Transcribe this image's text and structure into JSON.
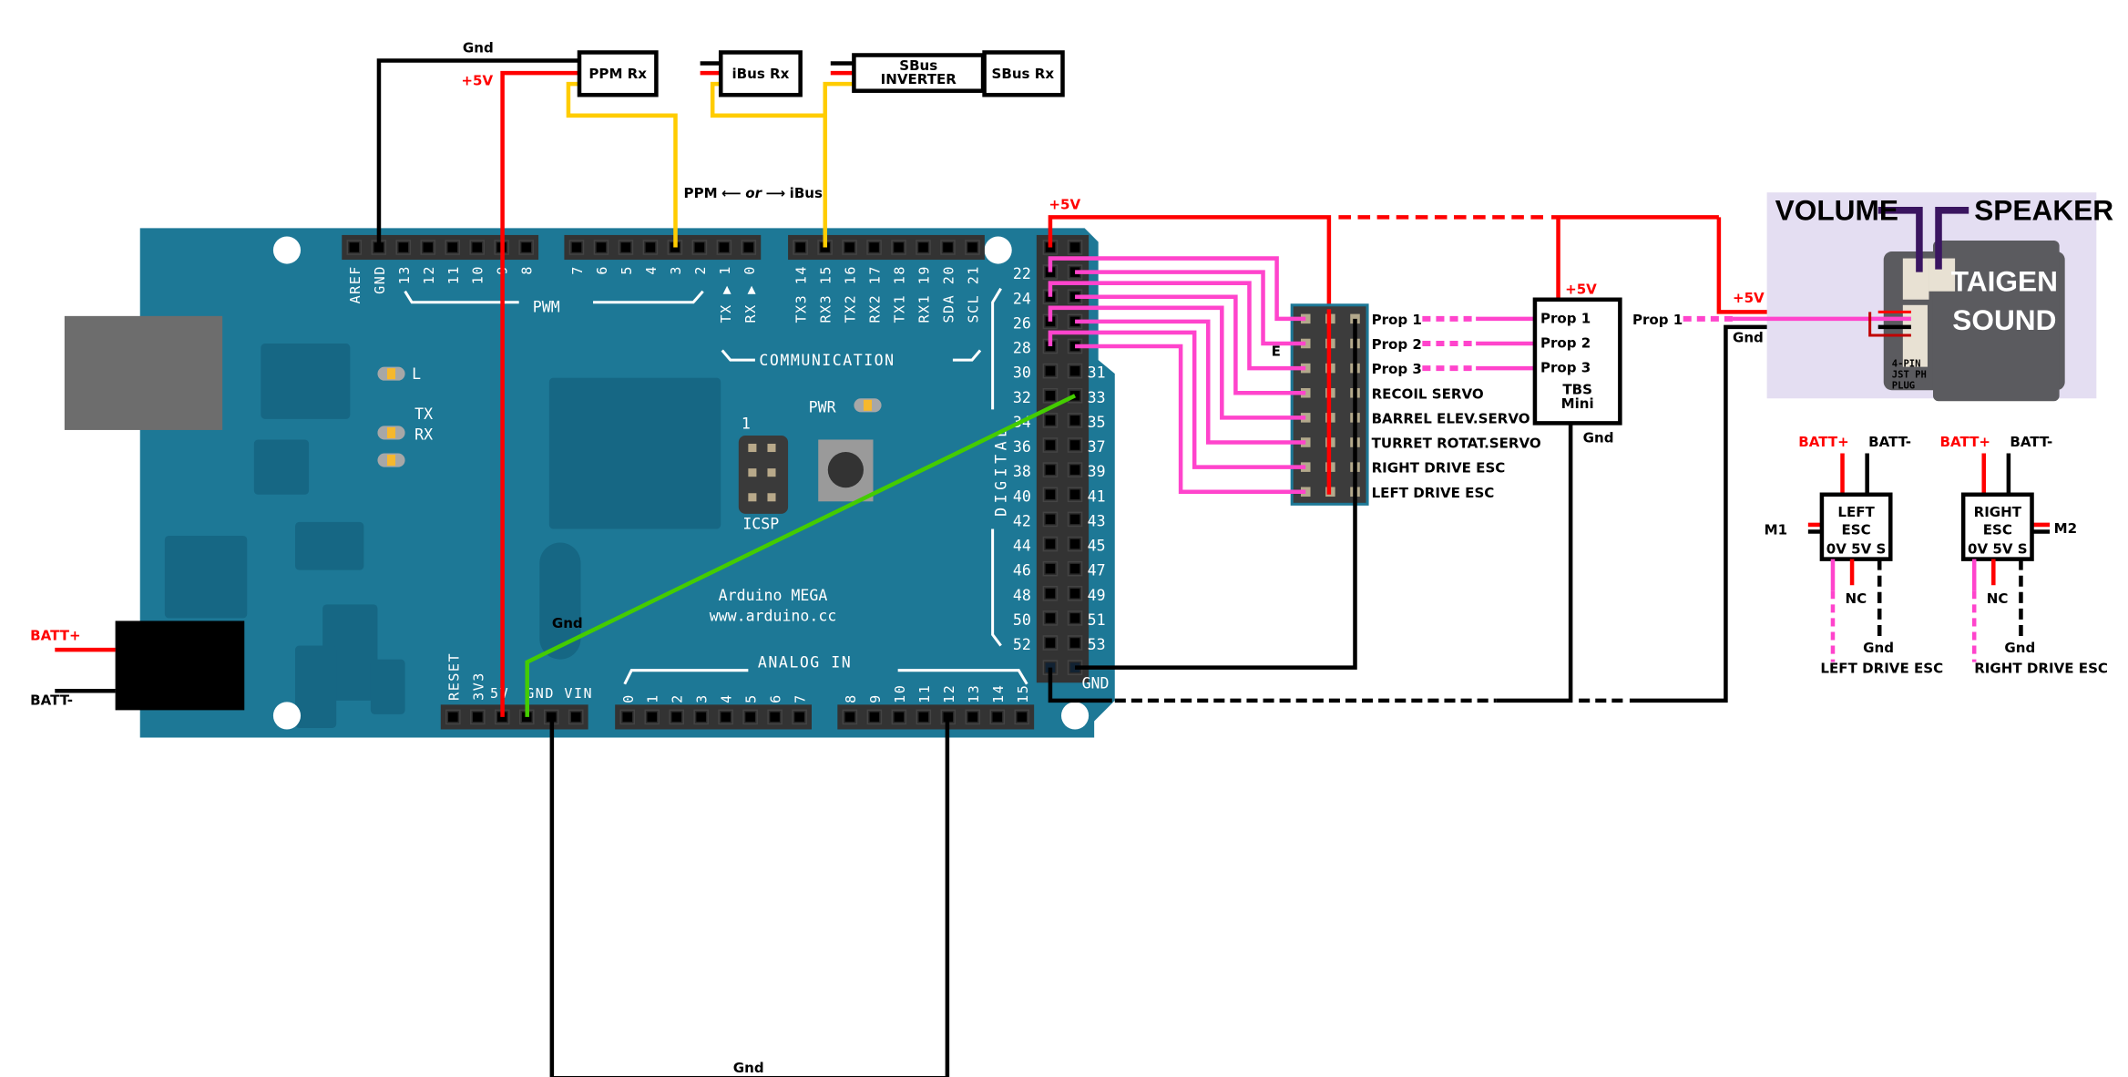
{
  "colors": {
    "board": "#1d7896",
    "board_dark": "#166784",
    "header": "#333333",
    "power": "#ff0000",
    "ground": "#000000",
    "signal": "#ffcc00",
    "pwm_signal": "#ff44cc",
    "ground_jumper": "#44cc00",
    "taigen_bg": "#e4def2",
    "taigen_module": "#5b5b5f",
    "taigen_wires": "#3a1560"
  },
  "receivers": {
    "ppm": "PPM Rx",
    "ibus": "iBus Rx",
    "sbus_inverter_line1": "SBus",
    "sbus_inverter_line2": "INVERTER",
    "sbus": "SBus Rx"
  },
  "wire_labels": {
    "gnd_top": "Gnd",
    "v5_top": "+5V",
    "ppm": "PPM",
    "arrow_left": "⟵",
    "or": "or",
    "arrow_right": "⟶",
    "ibus": "iBus",
    "v5_digital": "+5V",
    "gnd_green": "Gnd",
    "gnd_bottom": "Gnd",
    "e_mark": "E"
  },
  "power_jack": {
    "batt_plus": "BATT+",
    "batt_minus": "BATT-"
  },
  "board": {
    "name": "Arduino MEGA",
    "url": "www.arduino.cc",
    "pwm": "PWM",
    "communication": "COMMUNICATION",
    "digital": "DIGITAL",
    "analog_in": "ANALOG IN",
    "led_l": "L",
    "led_tx": "TX",
    "led_rx": "RX",
    "pwr": "PWR",
    "icsp": "ICSP",
    "icsp_pin1": "1",
    "gnd": "GND",
    "header1": [
      "AREF",
      "GND",
      "13",
      "12",
      "11",
      "10",
      "9",
      "8"
    ],
    "header2": [
      "7",
      "6",
      "5",
      "4",
      "3",
      "2",
      "1",
      "0"
    ],
    "tx_rx": [
      "TX ▶",
      "RX ▶"
    ],
    "header3": [
      "TX3 14",
      "RX3 15",
      "TX2 16",
      "RX2 17",
      "TX1 18",
      "RX1 19",
      "SDA 20",
      "SCL 21"
    ],
    "digital_left": [
      "22",
      "24",
      "26",
      "28",
      "30",
      "32",
      "34",
      "36",
      "38",
      "40",
      "42",
      "44",
      "46",
      "48",
      "50",
      "52"
    ],
    "digital_right": [
      "31",
      "33",
      "35",
      "37",
      "39",
      "41",
      "43",
      "45",
      "47",
      "49",
      "51",
      "53"
    ],
    "power_vertical": [
      "RESET",
      "3V3"
    ],
    "power_horizontal": [
      "5V",
      "GND",
      "VIN"
    ],
    "analog": [
      "0",
      "1",
      "2",
      "3",
      "4",
      "5",
      "6",
      "7",
      "8",
      "9",
      "10",
      "11",
      "12",
      "13",
      "14",
      "15"
    ]
  },
  "connector": {
    "labels": [
      "Prop 1",
      "Prop 2",
      "Prop 3",
      "RECOIL SERVO",
      "BARREL ELEV.SERVO",
      "TURRET ROTAT.SERVO",
      "RIGHT DRIVE ESC",
      "LEFT DRIVE ESC"
    ]
  },
  "tbs": {
    "v5": "+5V",
    "props": [
      "Prop 1",
      "Prop 2",
      "Prop 3"
    ],
    "name1": "TBS",
    "name2": "Mini",
    "gnd": "Gnd"
  },
  "taigen": {
    "prop": "Prop 1",
    "v5": "+5V",
    "gnd": "Gnd",
    "volume": "VOLUME",
    "speaker": "SPEAKER",
    "name1": "TAIGEN",
    "name2": "SOUND",
    "plug1": "4-PIN",
    "plug2": "JST PH",
    "plug3": "PLUG"
  },
  "esc_left": {
    "batt_plus": "BATT+",
    "batt_minus": "BATT-",
    "motor": "M1",
    "line1": "LEFT",
    "line2": "ESC",
    "pins": "0V 5V S",
    "nc": "NC",
    "gnd": "Gnd",
    "caption": "LEFT DRIVE ESC"
  },
  "esc_right": {
    "batt_plus": "BATT+",
    "batt_minus": "BATT-",
    "motor": "M2",
    "line1": "RIGHT",
    "line2": "ESC",
    "pins": "0V 5V S",
    "nc": "NC",
    "gnd": "Gnd",
    "caption": "RIGHT DRIVE ESC"
  }
}
